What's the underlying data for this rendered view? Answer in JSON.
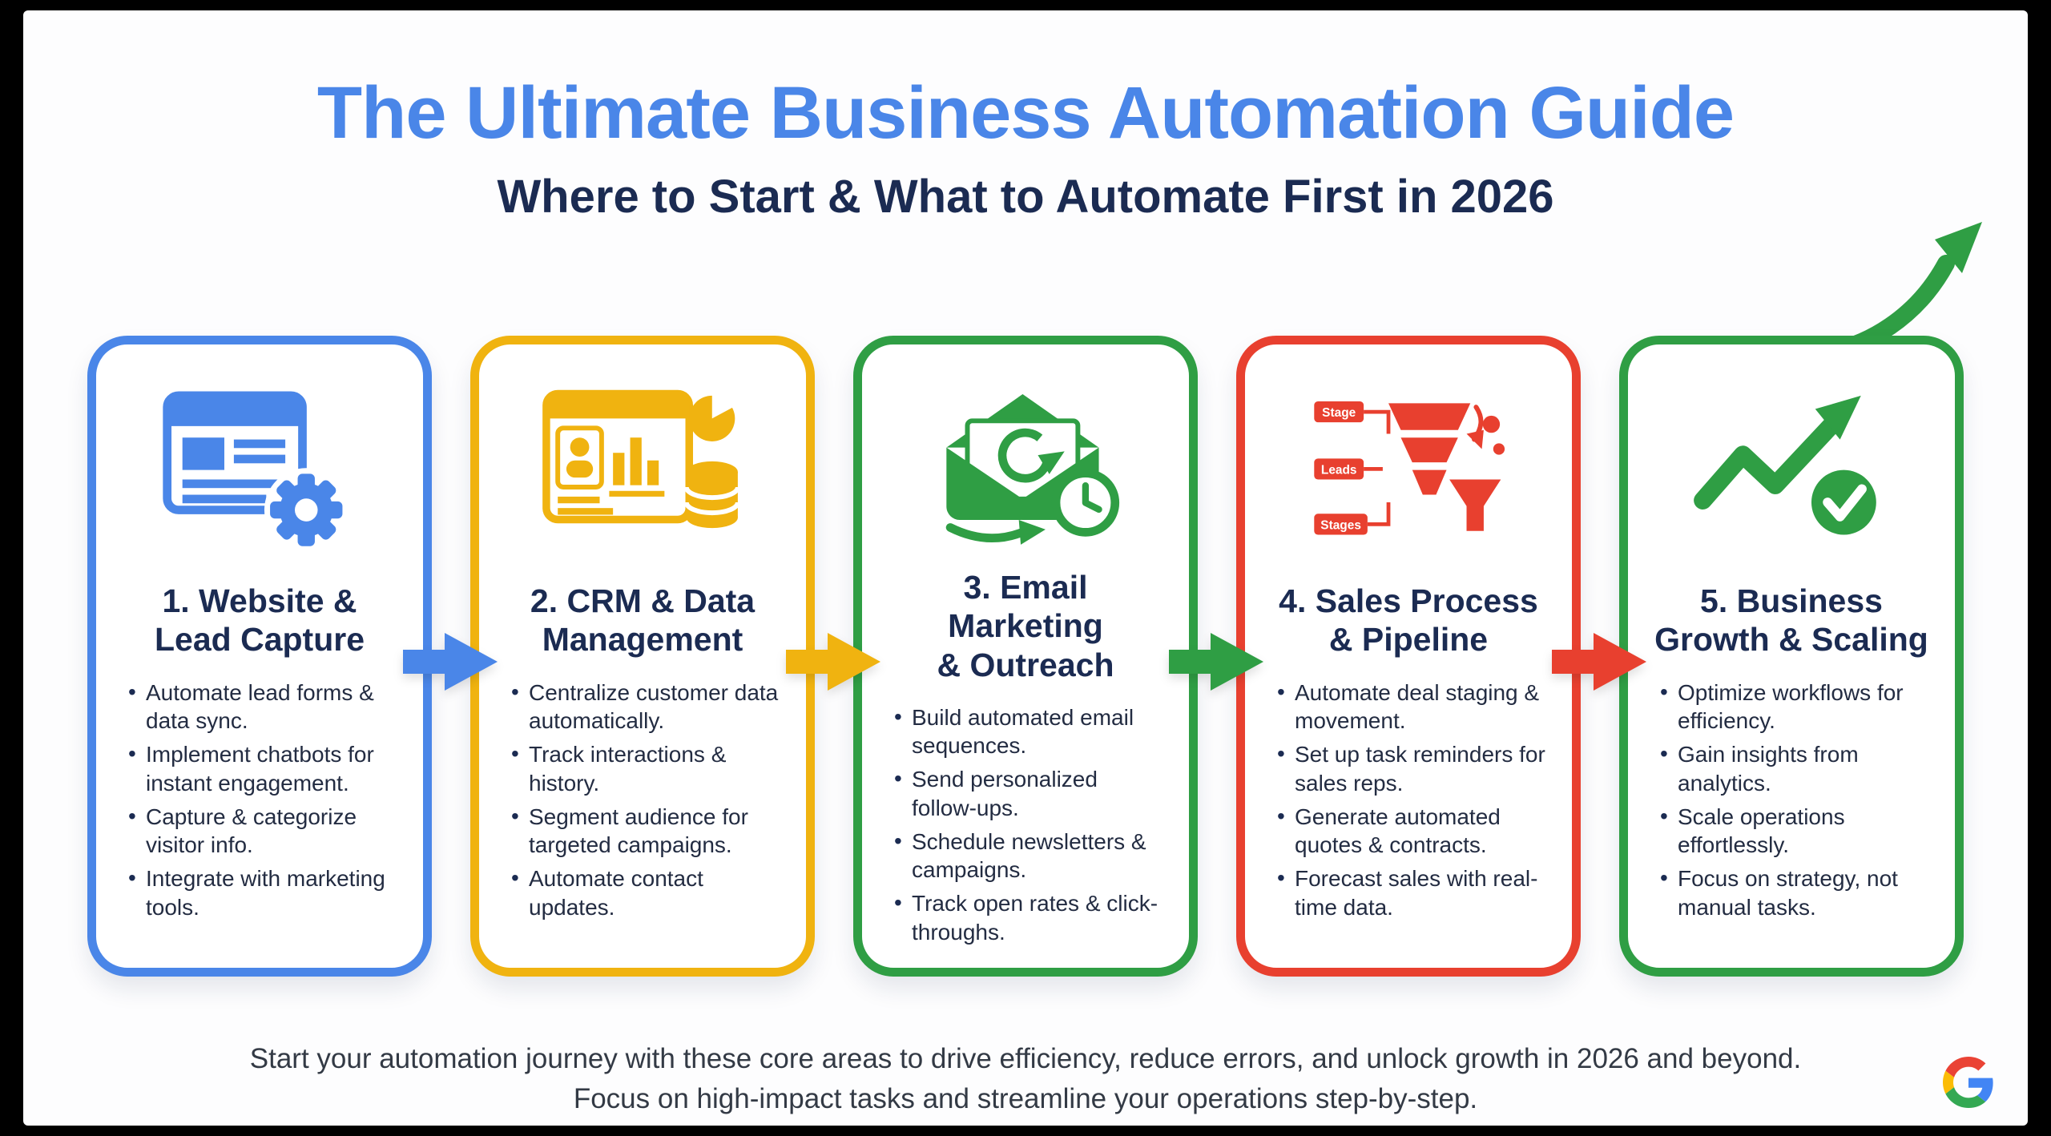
{
  "page": {
    "title": "The Ultimate Business Automation Guide",
    "subtitle": "Where to Start & What to Automate First in 2026",
    "footer_line1": "Start your automation journey with these core areas to drive efficiency, reduce errors, and unlock growth in 2026 and beyond.",
    "footer_line2": "Focus on high-impact tasks and streamline your operations step-by-step."
  },
  "colors": {
    "title_blue": "#4a86e8",
    "heading_navy": "#1b2b52",
    "card_blue": "#4a86e8",
    "card_yellow": "#f0b310",
    "card_green": "#2f9e44",
    "card_red": "#e8402f"
  },
  "cards": [
    {
      "number": "1",
      "title_line1": "1. Website &",
      "title_line2": "Lead Capture",
      "icon": "browser-gear-icon",
      "color": "#4a86e8",
      "bullets": [
        "Automate lead forms & data sync.",
        "Implement chatbots for instant engagement.",
        "Capture & categorize visitor info.",
        "Integrate with marketing tools."
      ]
    },
    {
      "number": "2",
      "title_line1": "2. CRM & Data",
      "title_line2": "Management",
      "icon": "crm-dashboard-icon",
      "color": "#f0b310",
      "bullets": [
        "Centralize customer data automatically.",
        "Track interactions & history.",
        "Segment audience for targeted campaigns.",
        "Automate contact updates."
      ]
    },
    {
      "number": "3",
      "title_line1": "3. Email Marketing",
      "title_line2": "& Outreach",
      "icon": "email-automation-icon",
      "color": "#2f9e44",
      "bullets": [
        "Build automated email sequences.",
        "Send personalized follow-ups.",
        "Schedule newsletters & campaigns.",
        "Track open rates & click-throughs."
      ]
    },
    {
      "number": "4",
      "title_line1": "4. Sales Process",
      "title_line2": "& Pipeline",
      "icon": "sales-funnel-icon",
      "color": "#e8402f",
      "icon_labels": [
        "Stage",
        "Leads",
        "Stages"
      ],
      "bullets": [
        "Automate deal staging & movement.",
        "Set up task reminders for sales reps.",
        "Generate automated quotes & contracts.",
        "Forecast sales with real-time data."
      ]
    },
    {
      "number": "5",
      "title_line1": "5. Business",
      "title_line2": "Growth & Scaling",
      "icon": "growth-check-icon",
      "color": "#2f9e44",
      "bullets": [
        "Optimize workflows for efficiency.",
        "Gain insights from analytics.",
        "Scale operations effortlessly.",
        "Focus on strategy, not manual tasks."
      ]
    }
  ],
  "logo": "google-g-logo"
}
